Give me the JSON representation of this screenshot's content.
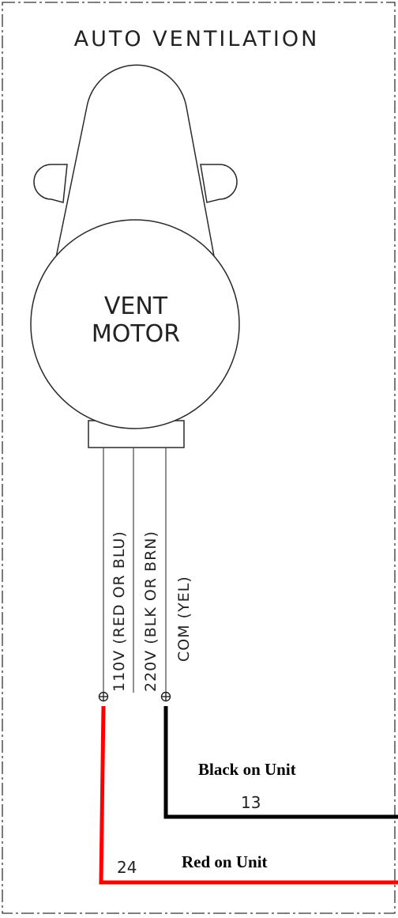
{
  "title": "AUTO VENTILATION",
  "motor": {
    "line1": "VENT",
    "line2": "MOTOR"
  },
  "wires": [
    {
      "label": "110V (RED OR BLU)"
    },
    {
      "label": "220V (BLK OR BRN)"
    },
    {
      "label": "COM (YEL)"
    }
  ],
  "connections": {
    "black": {
      "label": "Black on Unit",
      "terminal": "13",
      "color": "#000000"
    },
    "red": {
      "label": "Red on Unit",
      "terminal": "24",
      "color": "#ff0000"
    }
  }
}
